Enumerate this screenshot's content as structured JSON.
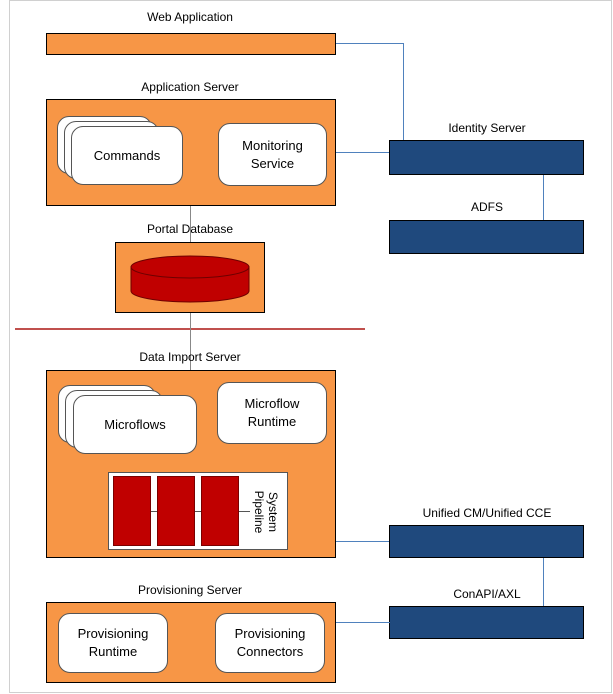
{
  "diagram": {
    "web_application": {
      "label": "Web Application"
    },
    "application_server": {
      "label": "Application Server",
      "commands": "Commands",
      "monitoring_line1": "Monitoring",
      "monitoring_line2": "Service"
    },
    "portal_database": {
      "label": "Portal Database"
    },
    "identity_server": {
      "label": "Identity Server"
    },
    "adfs": {
      "label": "ADFS"
    },
    "data_import_server": {
      "label": "Data Import Server",
      "microflows": "Microflows",
      "microflow_runtime_line1": "Microflow",
      "microflow_runtime_line2": "Runtime",
      "pipeline_line1": "System",
      "pipeline_line2": "Pipeline"
    },
    "unified_cm": {
      "label": "Unified CM/Unified CCE"
    },
    "conapi": {
      "label": "ConAPI/AXL"
    },
    "provisioning_server": {
      "label": "Provisioning Server",
      "runtime_line1": "Provisioning",
      "runtime_line2": "Runtime",
      "connectors_line1": "Provisioning",
      "connectors_line2": "Connectors"
    },
    "colors": {
      "server_box": "#f79646",
      "external_box": "#1f497d",
      "database": "#c00000",
      "divider": "#c0504d",
      "connector": "#4f81bd"
    }
  }
}
